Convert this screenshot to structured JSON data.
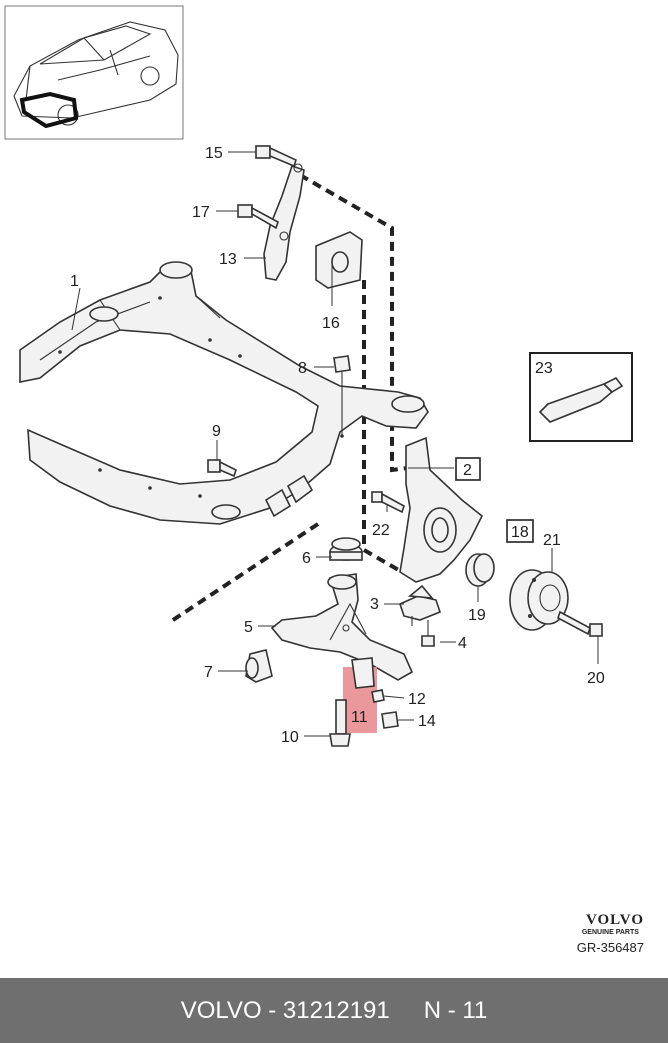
{
  "callouts": {
    "c1": "1",
    "c2": "2",
    "c3": "3",
    "c4": "4",
    "c5": "5",
    "c6": "6",
    "c7": "7",
    "c8": "8",
    "c9": "9",
    "c10": "10",
    "c11": "11",
    "c12": "12",
    "c13": "13",
    "c14": "14",
    "c15": "15",
    "c16": "16",
    "c17": "17",
    "c18": "18",
    "c19": "19",
    "c20": "20",
    "c21": "21",
    "c22": "22",
    "c23": "23"
  },
  "highlighted_part": "11",
  "colors": {
    "highlight": "#e8868c",
    "footer": "#6f6f6f"
  },
  "brand": {
    "name": "VOLVO",
    "subtitle": "GENUINE PARTS",
    "ref_code": "GR-356487"
  },
  "footer": {
    "part_text": "VOLVO - 31212191",
    "position_text": "N - 11"
  }
}
